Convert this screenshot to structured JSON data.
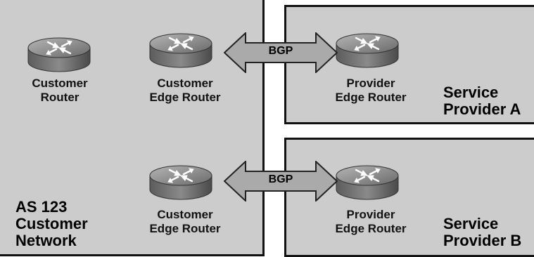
{
  "customer_network": {
    "label_line1": "AS 123",
    "label_line2": "Customer",
    "label_line3": "Network",
    "customer_router": {
      "line1": "Customer",
      "line2": "Router"
    },
    "edge_router_top": {
      "line1": "Customer",
      "line2": "Edge Router"
    },
    "edge_router_bottom": {
      "line1": "Customer",
      "line2": "Edge Router"
    }
  },
  "provider_a": {
    "label_line1": "Service",
    "label_line2": "Provider A",
    "edge_router": {
      "line1": "Provider",
      "line2": "Edge Router"
    }
  },
  "provider_b": {
    "label_line1": "Service",
    "label_line2": "Provider B",
    "edge_router": {
      "line1": "Provider",
      "line2": "Edge Router"
    }
  },
  "links": [
    {
      "label": "BGP"
    },
    {
      "label": "BGP"
    }
  ],
  "icons": [
    "router-icon",
    "double-arrow-icon"
  ],
  "colors": {
    "panel": "#cccccc",
    "border": "#111111",
    "router_body": "#777777",
    "arrow_fill": "#aaaaaa"
  }
}
